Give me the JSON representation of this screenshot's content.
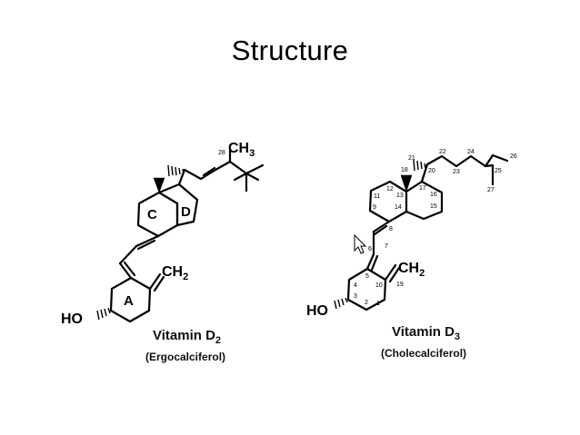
{
  "slide": {
    "title": "Structure"
  },
  "vitamin_d2": {
    "name_main": "Vitamin D",
    "name_sub": "2",
    "common_name": "(Ergocalciferol)",
    "labels": {
      "methyl_group": "CH",
      "methyl_sub": "3",
      "methylene_group": "CH",
      "methylene_sub": "2",
      "hydroxyl": "HO",
      "carbon_28": "28"
    },
    "ring_labels": {
      "A": "A",
      "C": "C",
      "D": "D"
    }
  },
  "vitamin_d3": {
    "name_main": "Vitamin D",
    "name_sub": "3",
    "common_name": "(Cholecalciferol)",
    "labels": {
      "methylene_group": "CH",
      "methylene_sub": "2",
      "hydroxyl": "HO"
    },
    "carbon_numbers": {
      "c1": "1",
      "c2": "2",
      "c3": "3",
      "c4": "4",
      "c5": "5",
      "c6": "6",
      "c7": "7",
      "c8": "8",
      "c9": "9",
      "c10": "10",
      "c11": "11",
      "c12": "12",
      "c13": "13",
      "c14": "14",
      "c15": "15",
      "c16": "16",
      "c17": "17",
      "c18": "18",
      "c19": "19",
      "c20": "20",
      "c21": "21",
      "c22": "22",
      "c23": "23",
      "c24": "24",
      "c25": "25",
      "c26": "26",
      "c27": "27"
    }
  }
}
